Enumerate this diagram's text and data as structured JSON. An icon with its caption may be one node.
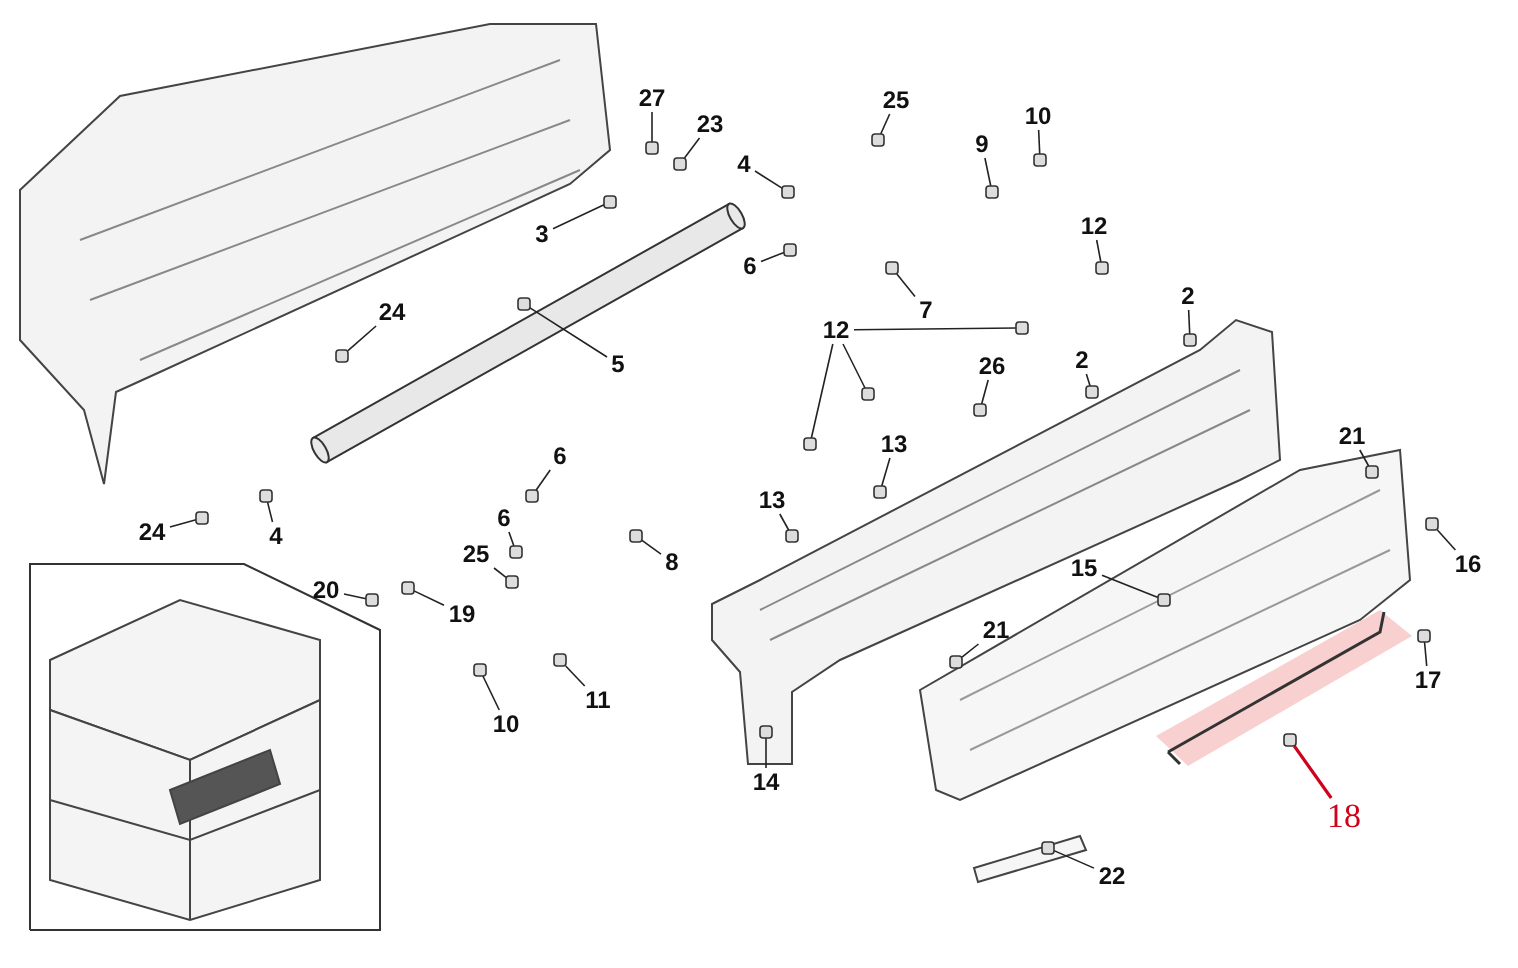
{
  "diagram": {
    "nodes": [
      {
        "text": [
          "27"
        ]
      },
      {
        "text": [
          "23"
        ]
      },
      {
        "text": [
          "4"
        ]
      },
      {
        "text": [
          "3"
        ]
      },
      {
        "text": [
          "25"
        ]
      },
      {
        "text": [
          "10"
        ]
      },
      {
        "text": [
          "9"
        ]
      },
      {
        "text": [
          "6"
        ]
      },
      {
        "text": [
          "7"
        ]
      },
      {
        "text": [
          "12"
        ]
      },
      {
        "text": [
          "2"
        ]
      },
      {
        "text": [
          "24"
        ]
      },
      {
        "text": [
          "5"
        ]
      },
      {
        "text": [
          "12"
        ]
      },
      {
        "text": [
          "26"
        ]
      },
      {
        "text": [
          "2"
        ]
      },
      {
        "text": [
          "13"
        ]
      },
      {
        "text": [
          "21"
        ]
      },
      {
        "text": [
          "6"
        ]
      },
      {
        "text": [
          "13"
        ]
      },
      {
        "text": [
          "6"
        ]
      },
      {
        "text": [
          "8"
        ]
      },
      {
        "text": [
          "25"
        ]
      },
      {
        "text": [
          "24"
        ]
      },
      {
        "text": [
          "4"
        ]
      },
      {
        "text": [
          "16"
        ]
      },
      {
        "text": [
          "15"
        ]
      },
      {
        "text": [
          "20"
        ]
      },
      {
        "text": [
          "19"
        ]
      },
      {
        "text": [
          "21"
        ]
      },
      {
        "text": [
          "10"
        ]
      },
      {
        "text": [
          "11"
        ]
      },
      {
        "text": [
          "14"
        ]
      },
      {
        "text": [
          "17"
        ]
      },
      {
        "text": [
          "18"
        ]
      },
      {
        "text": [
          "22"
        ]
      },
      {
        "text": [],
        "shape": "box"
      },
      {
        "text": [],
        "shape": "box"
      },
      {
        "text": [],
        "shape": "box"
      },
      {
        "text": [],
        "shape": "box"
      },
      {
        "text": [],
        "shape": "box"
      },
      {
        "text": [],
        "shape": "box"
      },
      {
        "text": [],
        "shape": "box"
      },
      {
        "text": [],
        "shape": "box"
      },
      {
        "text": [],
        "shape": "box"
      },
      {
        "text": [],
        "shape": "box"
      },
      {
        "text": [],
        "shape": "box"
      },
      {
        "text": [],
        "shape": "box"
      },
      {
        "text": [],
        "shape": "box"
      },
      {
        "text": [],
        "shape": "box"
      },
      {
        "text": [],
        "shape": "box"
      },
      {
        "text": [],
        "shape": "box"
      },
      {
        "text": [],
        "shape": "box"
      },
      {
        "text": [],
        "shape": "box"
      },
      {
        "text": [],
        "shape": "box"
      },
      {
        "text": [],
        "shape": "box"
      },
      {
        "text": [],
        "shape": "box"
      },
      {
        "text": [],
        "shape": "box"
      },
      {
        "text": [],
        "shape": "box"
      },
      {
        "text": [],
        "shape": "box"
      },
      {
        "text": [],
        "shape": "box"
      },
      {
        "text": [],
        "shape": "box"
      },
      {
        "text": [],
        "shape": "box"
      },
      {
        "text": [],
        "shape": "box"
      },
      {
        "text": [],
        "shape": "box"
      },
      {
        "text": [],
        "shape": "box"
      },
      {
        "text": [],
        "shape": "box"
      },
      {
        "text": [],
        "shape": "box"
      },
      {
        "text": [],
        "shape": "box"
      },
      {
        "text": [],
        "shape": "box"
      },
      {
        "text": [],
        "shape": "box"
      },
      {
        "text": [],
        "shape": "box"
      },
      {
        "text": [],
        "shape": "box"
      },
      {
        "text": [],
        "shape": "box"
      }
    ],
    "edges": [
      {
        "from": 0,
        "to": 36,
        "arrow": "none"
      },
      {
        "from": 1,
        "to": 37,
        "arrow": "none"
      },
      {
        "from": 2,
        "to": 38,
        "arrow": "none"
      },
      {
        "from": 3,
        "to": 39,
        "arrow": "none"
      },
      {
        "from": 4,
        "to": 40,
        "arrow": "none"
      },
      {
        "from": 5,
        "to": 41,
        "arrow": "none"
      },
      {
        "from": 6,
        "to": 42,
        "arrow": "none"
      },
      {
        "from": 7,
        "to": 43,
        "arrow": "none"
      },
      {
        "from": 8,
        "to": 44,
        "arrow": "none"
      },
      {
        "from": 9,
        "to": 45,
        "arrow": "none"
      },
      {
        "from": 10,
        "to": 46,
        "arrow": "none"
      },
      {
        "from": 11,
        "to": 47,
        "arrow": "none"
      },
      {
        "from": 12,
        "to": 48,
        "arrow": "none"
      },
      {
        "from": 13,
        "to": 49,
        "arrow": "none"
      },
      {
        "from": 13,
        "to": 50,
        "arrow": "none"
      },
      {
        "from": 13,
        "to": 51,
        "arrow": "none"
      },
      {
        "from": 14,
        "to": 52,
        "arrow": "none"
      },
      {
        "from": 15,
        "to": 53,
        "arrow": "none"
      },
      {
        "from": 16,
        "to": 54,
        "arrow": "none"
      },
      {
        "from": 17,
        "to": 55,
        "arrow": "none"
      },
      {
        "from": 18,
        "to": 56,
        "arrow": "none"
      },
      {
        "from": 19,
        "to": 57,
        "arrow": "none"
      },
      {
        "from": 20,
        "to": 58,
        "arrow": "none"
      },
      {
        "from": 21,
        "to": 59,
        "arrow": "none"
      },
      {
        "from": 22,
        "to": 60,
        "arrow": "none"
      },
      {
        "from": 23,
        "to": 61,
        "arrow": "none"
      },
      {
        "from": 24,
        "to": 62,
        "arrow": "none"
      },
      {
        "from": 25,
        "to": 63,
        "arrow": "none"
      },
      {
        "from": 26,
        "to": 64,
        "arrow": "none"
      },
      {
        "from": 27,
        "to": 65,
        "arrow": "none"
      },
      {
        "from": 28,
        "to": 66,
        "arrow": "none"
      },
      {
        "from": 29,
        "to": 67,
        "arrow": "none"
      },
      {
        "from": 30,
        "to": 68,
        "arrow": "none"
      },
      {
        "from": 31,
        "to": 69,
        "arrow": "none"
      },
      {
        "from": 32,
        "to": 70,
        "arrow": "none"
      },
      {
        "from": 33,
        "to": 71,
        "arrow": "none"
      },
      {
        "from": 34,
        "to": 72,
        "arrow": "none",
        "color": "#d0021b"
      },
      {
        "from": 35,
        "to": 73,
        "arrow": "none"
      }
    ]
  }
}
